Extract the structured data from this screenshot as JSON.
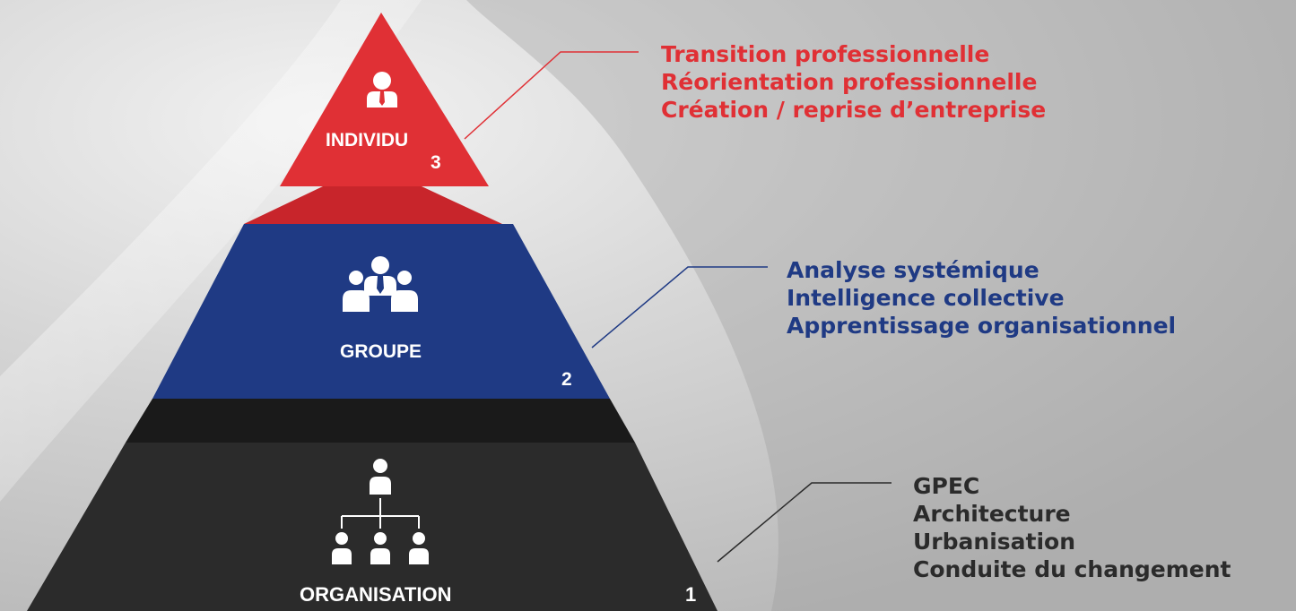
{
  "colors": {
    "individu": "#e03035",
    "groupe": "#1f3a84",
    "organisation": "#2b2b2b",
    "background": "#c9c9c9"
  },
  "tiers": [
    {
      "name": "INDIVIDU",
      "number": "3",
      "icon": "person-icon",
      "items": [
        "Transition professionnelle",
        "Réorientation professionnelle",
        "Création / reprise d’entreprise"
      ]
    },
    {
      "name": "GROUPE",
      "number": "2",
      "icon": "group-icon",
      "items": [
        "Analyse systémique",
        "Intelligence collective",
        "Apprentissage organisationnel"
      ]
    },
    {
      "name": "ORGANISATION",
      "number": "1",
      "icon": "org-chart-icon",
      "items": [
        "GPEC",
        "Architecture",
        "Urbanisation",
        "Conduite du changement"
      ]
    }
  ]
}
